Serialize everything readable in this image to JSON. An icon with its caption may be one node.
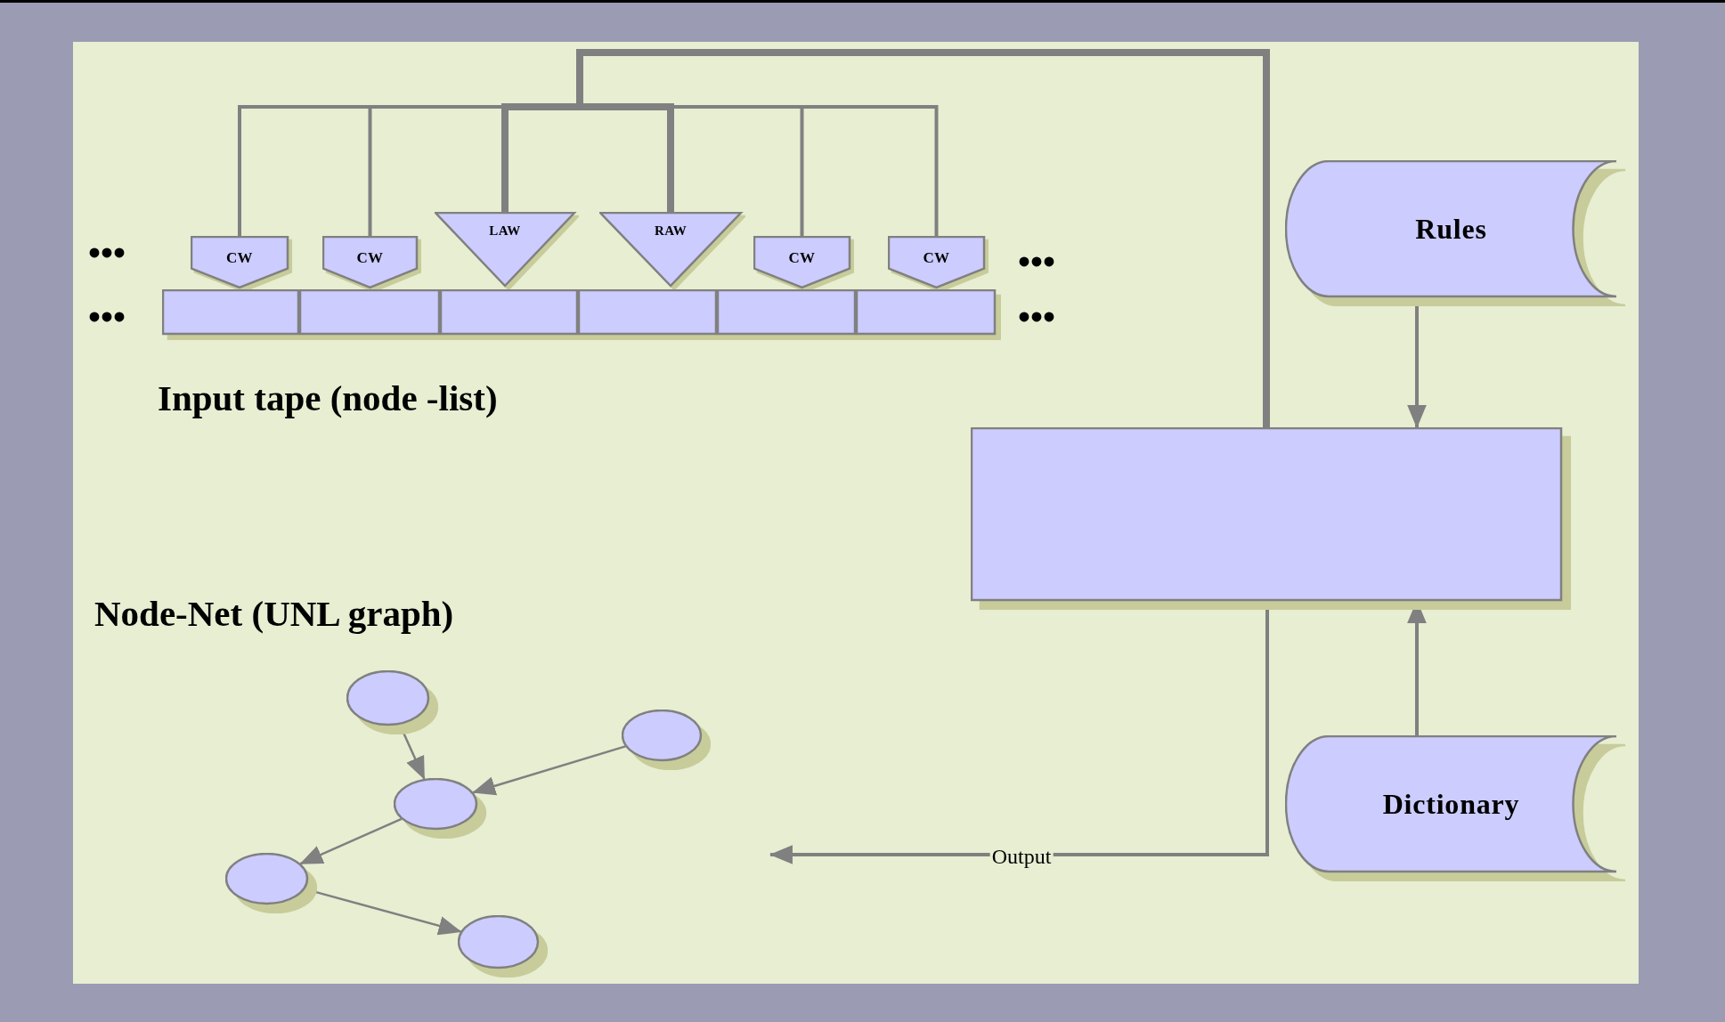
{
  "diagram": {
    "nodes": [
      {
        "text": [
          "CW"
        ]
      },
      {
        "text": [
          "CW"
        ]
      },
      {
        "text": [
          "LAW"
        ]
      },
      {
        "text": [
          "RAW"
        ]
      },
      {
        "text": [
          "CW"
        ]
      },
      {
        "text": [
          "CW"
        ]
      },
      {
        "text": [],
        "shape": "box"
      },
      {
        "text": [],
        "shape": "box"
      },
      {
        "text": [],
        "shape": "box"
      },
      {
        "text": [],
        "shape": "box"
      },
      {
        "text": [],
        "shape": "box"
      },
      {
        "text": [],
        "shape": "box"
      },
      {
        "text": [
          "Rules"
        ]
      },
      {
        "text": [],
        "shape": "box"
      },
      {
        "text": [
          "Dictionary"
        ]
      },
      {
        "text": [],
        "shape": "circle"
      },
      {
        "text": [],
        "shape": "circle"
      },
      {
        "text": [],
        "shape": "circle"
      },
      {
        "text": [],
        "shape": "circle"
      },
      {
        "text": [],
        "shape": "circle"
      }
    ],
    "edges": [
      {
        "from": 13,
        "to": 0,
        "arrow": "none"
      },
      {
        "from": 13,
        "to": 1,
        "arrow": "none"
      },
      {
        "from": 13,
        "to": 2,
        "arrow": "none",
        "style": "thick"
      },
      {
        "from": 13,
        "to": 3,
        "arrow": "none",
        "style": "thick"
      },
      {
        "from": 13,
        "to": 4,
        "arrow": "none"
      },
      {
        "from": 13,
        "to": 5,
        "arrow": "none"
      },
      {
        "from": 12,
        "to": 13,
        "arrow": "to"
      },
      {
        "from": 14,
        "to": 13,
        "arrow": "to"
      },
      {
        "from": 13,
        "to": null,
        "arrow": "to",
        "label": "Output"
      },
      {
        "from": 15,
        "to": 17,
        "arrow": "to"
      },
      {
        "from": 16,
        "to": 17,
        "arrow": "to"
      },
      {
        "from": 17,
        "to": 18,
        "arrow": "to"
      },
      {
        "from": 18,
        "to": 19,
        "arrow": "to"
      }
    ],
    "labels": [
      "•••",
      "•••",
      "•••",
      "•••",
      "Input tape (node -list)",
      "Node-Net (UNL graph)"
    ]
  }
}
